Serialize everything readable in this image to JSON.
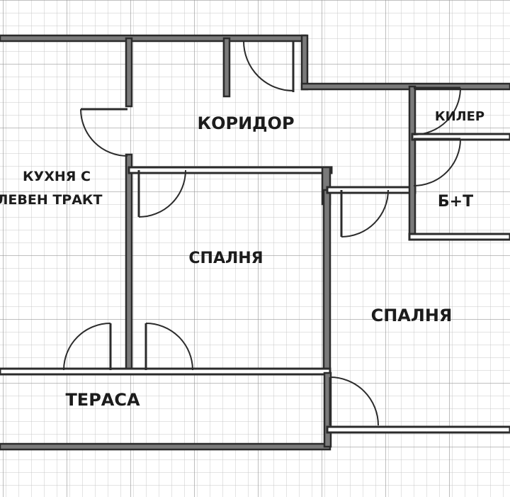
{
  "plan": {
    "rooms": {
      "kitchen_line1": "КУХНЯ С",
      "kitchen_line2": "ЛЕВЕН ТРАКТ",
      "corridor": "КОРИДОР",
      "storage": "КИЛЕР",
      "bathroom": "Б+Т",
      "bedroom_center": "СПАЛНЯ",
      "bedroom_right": "СПАЛНЯ",
      "terrace": "ТЕРАСА"
    },
    "colors": {
      "grid_minor": "#c9c9c9",
      "grid_major": "#9a9a9a",
      "wall": "#2b2b2b",
      "wall_fill": "#7a7a7a"
    }
  }
}
